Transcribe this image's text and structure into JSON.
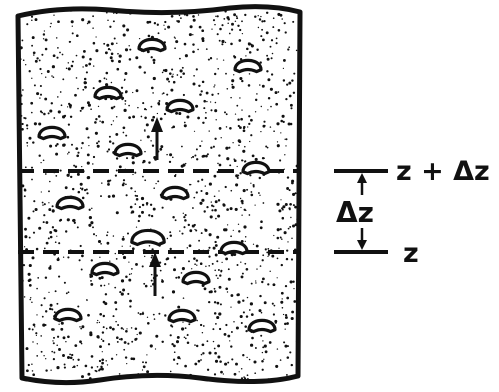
{
  "labels": {
    "upper": "z + Δz",
    "middle": "Δz",
    "lower": "z"
  },
  "colors": {
    "ink": "#111111",
    "background": "#ffffff"
  }
}
